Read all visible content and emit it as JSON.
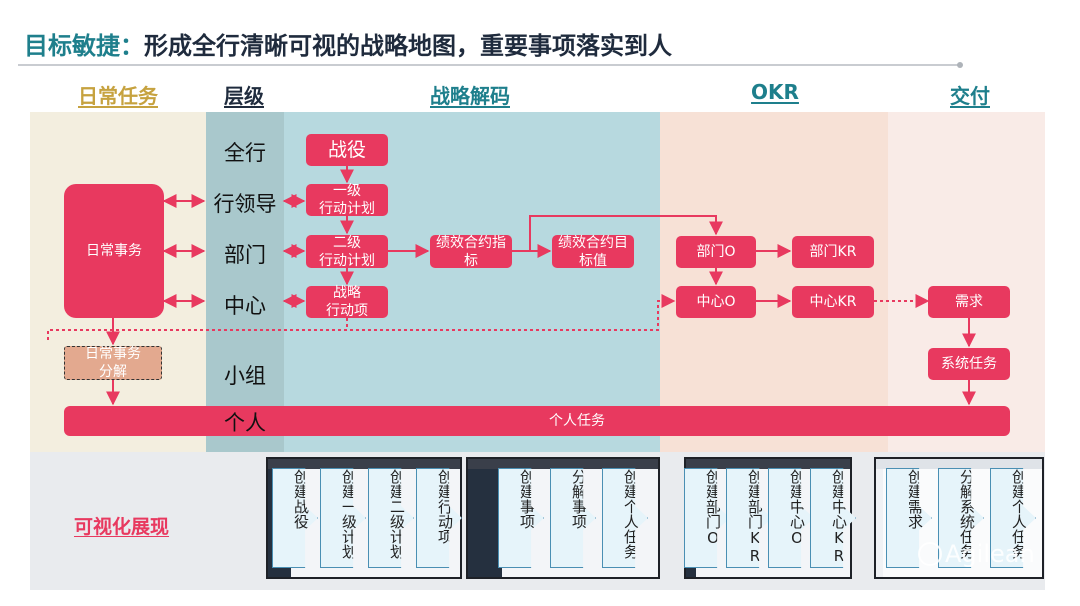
{
  "title": {
    "highlight": "目标敏捷：",
    "text": "形成全行清晰可视的战略地图，重要事项落实到人"
  },
  "columns": {
    "daily": {
      "label": "日常任务",
      "color": "#c6a23f"
    },
    "level": {
      "label": "层级",
      "color": "#1f2b3d"
    },
    "strategy": {
      "label": "战略解码",
      "color": "#1e7f8c"
    },
    "okr": {
      "label": "OKR",
      "color": "#1e7f8c"
    },
    "delivery": {
      "label": "交付",
      "color": "#1e7f8c"
    }
  },
  "levels": [
    "全行",
    "行领导",
    "部门",
    "中心",
    "小组",
    "个人"
  ],
  "boxes": {
    "daily_affairs": "日常事务",
    "daily_decompose": "日常事务\n分解",
    "campaign": "战役",
    "plan_l1": "一级\n行动计划",
    "plan_l2": "二级\n行动计划",
    "strategic_item": "战略\n行动项",
    "perf_indicator": "绩效合约指\n标",
    "perf_target": "绩效合约目\n标值",
    "dept_o": "部门O",
    "dept_kr": "部门KR",
    "center_o": "中心O",
    "center_kr": "中心KR",
    "requirement": "需求",
    "system_task": "系统任务",
    "personal_task": "个人任务"
  },
  "visualization": {
    "label": "可视化展现",
    "groups": [
      [
        "创建战役",
        "创建一级计划",
        "创建二级计划",
        "创建行动项"
      ],
      [
        "创建事项",
        "分解事项",
        "创建个人任务"
      ],
      [
        "创建部门O",
        "创建部门KR",
        "创建中心O",
        "创建中心KR"
      ],
      [
        "创建需求",
        "分解系统任务",
        "创建个人任务"
      ]
    ]
  },
  "watermark": "Agilean",
  "colors": {
    "accent": "#e8395f",
    "daily_bg": "#f3eedf",
    "level_bg": "#a9c8cc",
    "strategy_bg": "#b7d9df",
    "okr_bg": "#f7e1d6",
    "delivery_bg": "#f9ebe7",
    "decompose_bg": "#e3a98f"
  }
}
